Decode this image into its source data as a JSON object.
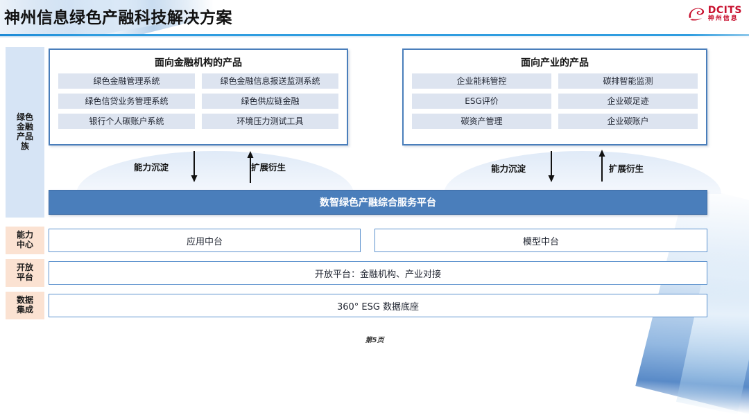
{
  "header": {
    "title": "神州信息绿色产融科技解决方案",
    "logo": {
      "en": "DCITS",
      "cn": "神州信息",
      "color": "#c8102e"
    },
    "rule_color": "#2f9de0"
  },
  "sidebar": {
    "blocks": [
      {
        "label": "绿色\n金融\n产品\n族",
        "color": "#d6e4f5",
        "name": "green-finance-product-family"
      },
      {
        "label": "能力\n中心",
        "color": "#fbe2d2",
        "name": "capability-center"
      },
      {
        "label": "开放\n平台",
        "color": "#fbe2d2",
        "name": "open-platform"
      },
      {
        "label": "数据\n集成",
        "color": "#fbe2d2",
        "name": "data-integration"
      }
    ]
  },
  "panels": [
    {
      "title": "面向金融机构的产品",
      "tiles": [
        "绿色金融管理系统",
        "绿色金融信息报送监测系统",
        "绿色信贷业务管理系统",
        "绿色供应链金融",
        "银行个人碳账户系统",
        "环境压力测试工具"
      ]
    },
    {
      "title": "面向产业的产品",
      "tiles": [
        "企业能耗管控",
        "碳排智能监测",
        "ESG评价",
        "企业碳足迹",
        "碳资产管理",
        "企业碳账户"
      ]
    }
  ],
  "flows": {
    "left": {
      "down_label": "能力沉淀",
      "up_label": "扩展衍生"
    },
    "right": {
      "down_label": "能力沉淀",
      "up_label": "扩展衍生"
    }
  },
  "platform": {
    "label": "数智绿色产融综合服务平台",
    "color": "#4a7ebb"
  },
  "rows": {
    "capability": [
      {
        "label": "应用中台"
      },
      {
        "label": "模型中台"
      }
    ],
    "open_platform": {
      "label": "开放平台：金融机构、产业对接"
    },
    "data_base": {
      "label": "360° ESG 数据底座"
    }
  },
  "footer": {
    "page_label": "第5页"
  }
}
